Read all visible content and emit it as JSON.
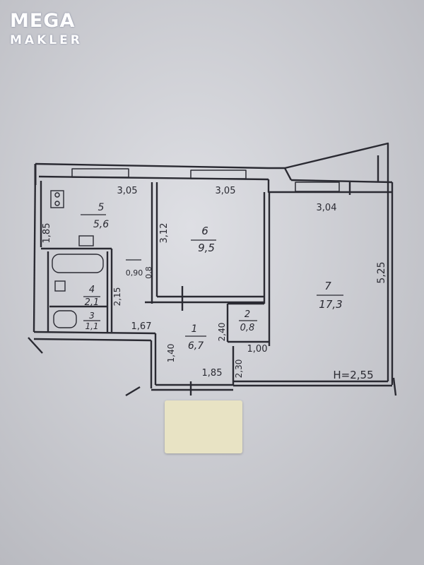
{
  "watermark": {
    "line1": "MEGA",
    "line2": "MAKLER"
  },
  "plan": {
    "rooms": [
      {
        "number": "1",
        "area": "6,7"
      },
      {
        "number": "2",
        "area": "0,8"
      },
      {
        "number": "3",
        "area": "1,1"
      },
      {
        "number": "4",
        "area": "2,1"
      },
      {
        "number": "5",
        "area": "5,6"
      },
      {
        "number": "6",
        "area": "9,5"
      },
      {
        "number": "7",
        "area": "17,3"
      }
    ],
    "dimensions": {
      "kitchen_top": "3,05",
      "room6_top": "3,05",
      "room7_top": "3,04",
      "kitchen_left": "1,85",
      "room6_left": "3,12",
      "room7_right": "5,25",
      "small_090": "0,90",
      "small_08": "0,8",
      "bath_215": "2,15",
      "hall_167": "1,67",
      "hall_140": "1,40",
      "hall_185": "1,85",
      "closet_240": "2,40",
      "closet_100": "1,00",
      "closet_230": "2,30"
    },
    "ceiling_height": "H=2,55"
  },
  "colors": {
    "paper": "#d4d5da",
    "ink": "#2a2a32",
    "note": "#e8e3c4"
  }
}
